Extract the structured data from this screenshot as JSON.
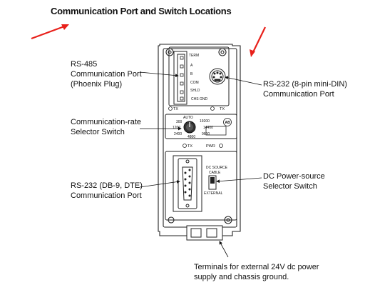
{
  "title": "Communication Port and Switch Locations",
  "callouts": {
    "rs485": [
      "RS-485",
      "Communication Port",
      "(Phoenix Plug)"
    ],
    "comm_rate": [
      "Communication-rate",
      "Selector Switch"
    ],
    "rs232_db9": [
      "RS-232 (DB-9, DTE)",
      "Communication Port"
    ],
    "rs232_din": [
      "RS-232 (8-pin mini-DIN)",
      "Communication Port"
    ],
    "dc_power": [
      "DC Power-source",
      "Selector Switch"
    ],
    "terminals": [
      "Terminals for external 24V dc power",
      "supply and chassis ground."
    ]
  },
  "device": {
    "terminal_labels": [
      "TERM",
      "A",
      "B",
      "COM",
      "SHLD",
      "CHS GND"
    ],
    "led_tx_left": "TX",
    "led_tx_right": "TX",
    "led_tx_mid": "TX",
    "led_pwr": "PWR",
    "rate_auto": "AUTO",
    "rates": [
      "19200",
      "14400",
      "9600",
      "4800",
      "2400",
      "1200",
      "300"
    ],
    "dc_source": "DC  SOURCE",
    "cable": "CABLE",
    "external": "EXTERNAL",
    "logo": "AB"
  },
  "colors": {
    "arrow": "#e8201a",
    "outline": "#222222"
  }
}
